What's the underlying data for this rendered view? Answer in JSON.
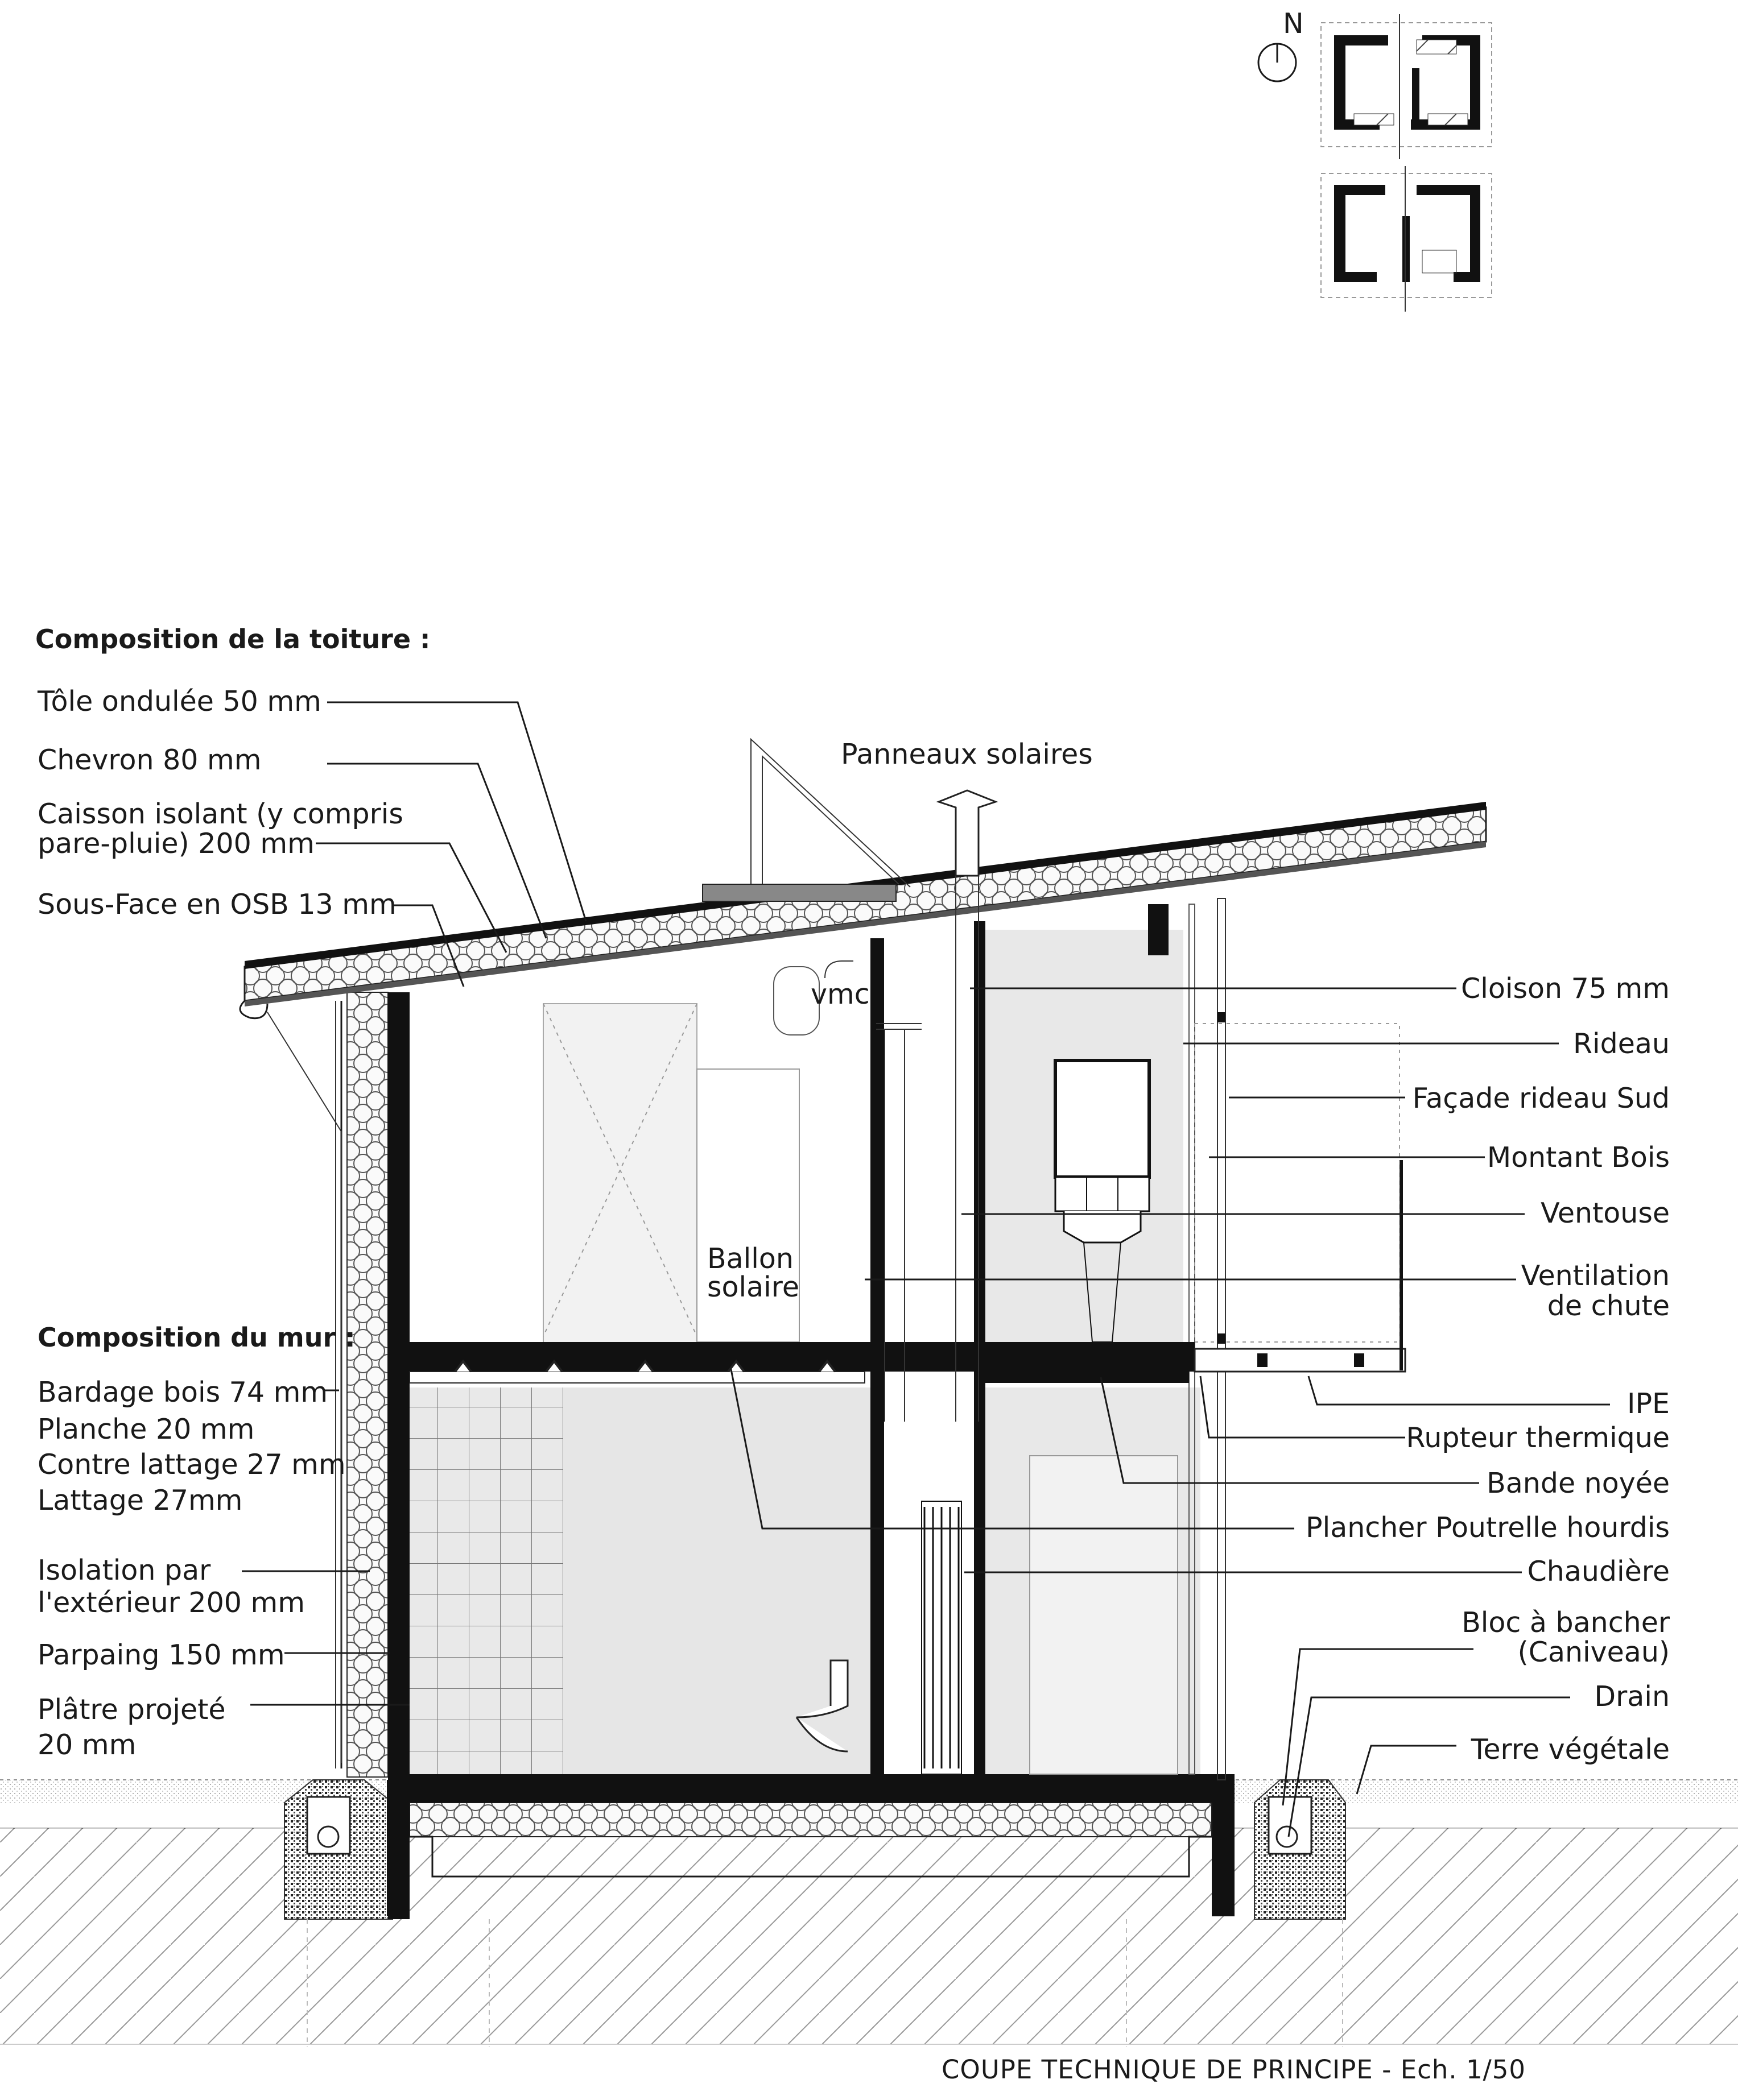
{
  "compass": {
    "north": "N"
  },
  "roof_section": {
    "title": "Composition de la toiture :",
    "items": [
      "Tôle ondulée 50 mm",
      "Chevron 80 mm",
      "Caisson isolant (y compris",
      "pare-pluie) 200 mm",
      "Sous-Face en OSB 13 mm"
    ]
  },
  "wall_section": {
    "title": "Composition du mur :",
    "items": [
      "Bardage bois 74 mm",
      "Planche 20 mm",
      "Contre lattage 27 mm",
      "Lattage 27mm",
      "Isolation par",
      "l'extérieur 200 mm",
      "Parpaing 150 mm",
      "Plâtre projeté",
      "20 mm"
    ]
  },
  "inner_labels": {
    "solar_panels": "Panneaux solaires",
    "vmc": "vmc",
    "tank_line1": "Ballon",
    "tank_line2": "solaire"
  },
  "right_labels": [
    "Cloison 75 mm",
    "Rideau",
    "Façade rideau Sud",
    "Montant Bois",
    "Ventouse",
    "Ventilation",
    "de chute",
    "IPE",
    "Rupteur thermique",
    "Bande noyée",
    "Plancher Poutrelle hourdis",
    "Chaudière",
    "Bloc à bancher",
    "(Caniveau)",
    "Drain",
    "Terre végétale"
  ],
  "caption": "COUPE TECHNIQUE DE PRINCIPE - Ech. 1/50"
}
